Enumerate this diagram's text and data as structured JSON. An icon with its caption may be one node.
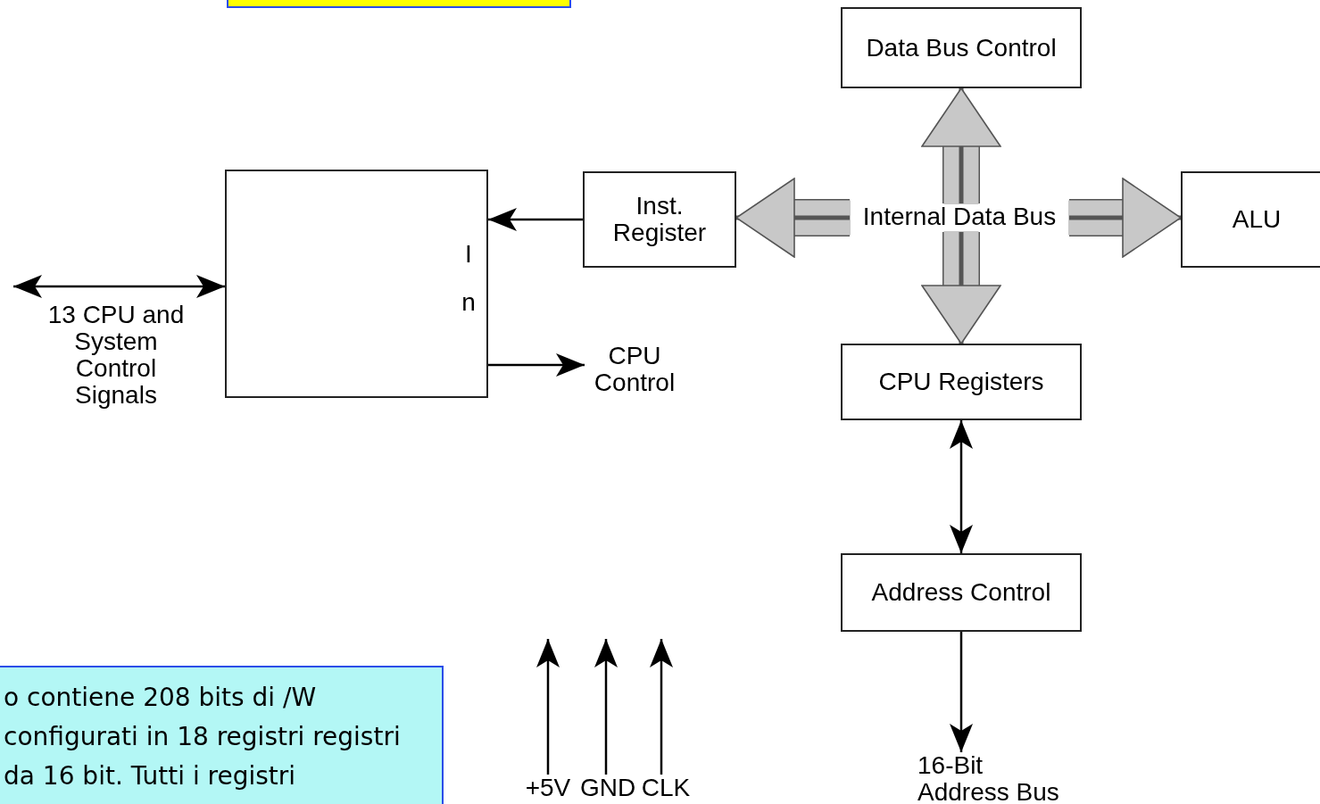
{
  "diagram": {
    "nodes": [
      {
        "text": [
          "Data Bus Control"
        ]
      },
      {
        "text": [
          "I n"
        ]
      },
      {
        "text": [
          "Inst. Register"
        ]
      },
      {
        "text": [
          "Internal Data Bus"
        ]
      },
      {
        "text": [
          "ALU"
        ]
      },
      {
        "text": [
          "CPU Registers"
        ]
      },
      {
        "text": [
          "Address Control"
        ]
      },
      {
        "text": [
          "CPU Control"
        ]
      },
      {
        "text": [
          "16-Bit Address Bus"
        ]
      },
      {
        "text": [
          "+5V"
        ]
      },
      {
        "text": [
          "GND"
        ]
      },
      {
        "text": [
          "CLK"
        ]
      }
    ],
    "edges": [
      {
        "from": 2,
        "to": 1,
        "arrow": "to"
      },
      {
        "from": null,
        "to": 1,
        "arrow": "both",
        "label": "13 CPU and System Control Signals"
      },
      {
        "from": 1,
        "to": 7,
        "arrow": "to"
      },
      {
        "from": 3,
        "to": 2,
        "arrow": "to",
        "style": "thick"
      },
      {
        "from": 3,
        "to": 0,
        "arrow": "to",
        "style": "thick"
      },
      {
        "from": 3,
        "to": 4,
        "arrow": "to",
        "style": "thick"
      },
      {
        "from": 3,
        "to": 5,
        "arrow": "to",
        "style": "thick"
      },
      {
        "from": 5,
        "to": 6,
        "arrow": "both"
      },
      {
        "from": 6,
        "to": 8,
        "arrow": "to"
      },
      {
        "from": 9,
        "to": null,
        "arrow": "to"
      },
      {
        "from": 10,
        "to": null,
        "arrow": "to"
      },
      {
        "from": 11,
        "to": null,
        "arrow": "to"
      }
    ],
    "labels": [
      "o contiene 208 bits di /W configurati in 18 registri registri da 16 bit. Tutti i registri"
    ]
  }
}
